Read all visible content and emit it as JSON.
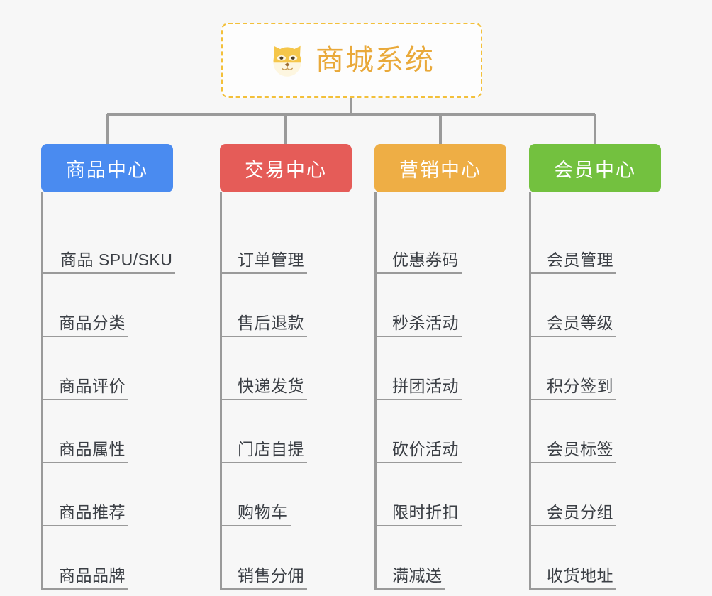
{
  "page": {
    "background_color": "#f7f7f7",
    "diagram_type": "organization-tree"
  },
  "root": {
    "icon": "shiba-dog-face-emoji",
    "title": "商城系统",
    "title_color": "#e9a93a",
    "border_color": "#f3c03a",
    "border_style": "dashed"
  },
  "connector": {
    "color": "#9a9a9a"
  },
  "chart_data": {
    "type": "tree",
    "title": "商城系统",
    "root": "商城系统",
    "branches": [
      {
        "label": "商品中心",
        "color": "#4a8bf0",
        "children": [
          "商品 SPU/SKU",
          "商品分类",
          "商品评价",
          "商品属性",
          "商品推荐",
          "商品品牌"
        ]
      },
      {
        "label": "交易中心",
        "color": "#e55c58",
        "children": [
          "订单管理",
          "售后退款",
          "快递发货",
          "门店自提",
          "购物车",
          "销售分佣"
        ]
      },
      {
        "label": "营销中心",
        "color": "#eeae45",
        "children": [
          "优惠券码",
          "秒杀活动",
          "拼团活动",
          "砍价活动",
          "限时折扣",
          "满减送"
        ]
      },
      {
        "label": "会员中心",
        "color": "#73c13f",
        "children": [
          "会员管理",
          "会员等级",
          "积分签到",
          "会员标签",
          "会员分组",
          "收货地址"
        ]
      }
    ]
  },
  "columns": [
    {
      "header": "商品中心",
      "color": "#4a8bf0",
      "items": [
        {
          "label": "商品 SPU/SKU"
        },
        {
          "label": "商品分类"
        },
        {
          "label": "商品评价"
        },
        {
          "label": "商品属性"
        },
        {
          "label": "商品推荐"
        },
        {
          "label": "商品品牌"
        }
      ]
    },
    {
      "header": "交易中心",
      "color": "#e55c58",
      "items": [
        {
          "label": "订单管理"
        },
        {
          "label": "售后退款"
        },
        {
          "label": "快递发货"
        },
        {
          "label": "门店自提"
        },
        {
          "label": "购物车"
        },
        {
          "label": "销售分佣"
        }
      ]
    },
    {
      "header": "营销中心",
      "color": "#eeae45",
      "items": [
        {
          "label": "优惠券码"
        },
        {
          "label": "秒杀活动"
        },
        {
          "label": "拼团活动"
        },
        {
          "label": "砍价活动"
        },
        {
          "label": "限时折扣"
        },
        {
          "label": "满减送"
        }
      ]
    },
    {
      "header": "会员中心",
      "color": "#73c13f",
      "items": [
        {
          "label": "会员管理"
        },
        {
          "label": "会员等级"
        },
        {
          "label": "积分签到"
        },
        {
          "label": "会员标签"
        },
        {
          "label": "会员分组"
        },
        {
          "label": "收货地址"
        }
      ]
    }
  ]
}
